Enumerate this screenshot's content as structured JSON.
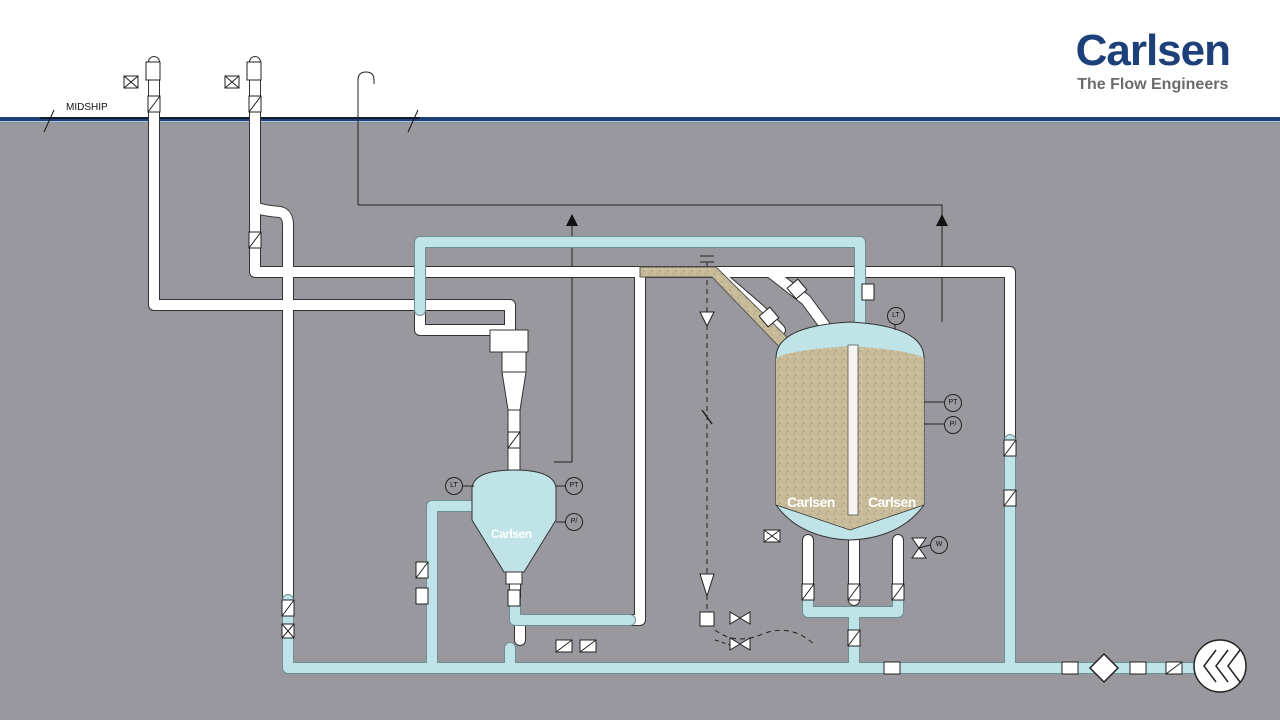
{
  "brand": {
    "name": "Carlsen",
    "tagline": "The Flow Engineers"
  },
  "deck_label": "MIDSHIP",
  "instruments": {
    "level": "LT",
    "pressure": "PT",
    "pressure_switch": "P/",
    "weight": "W"
  },
  "watermark": "Carlsen",
  "colors": {
    "sky": "#ffffff",
    "sea": "#99989e",
    "waterline": "#1d3f7a",
    "pipe_empty": "#ffffff",
    "pipe_water": "#bfe3e6",
    "sand": "#c8bb9a",
    "brand": "#1d3f7a"
  }
}
